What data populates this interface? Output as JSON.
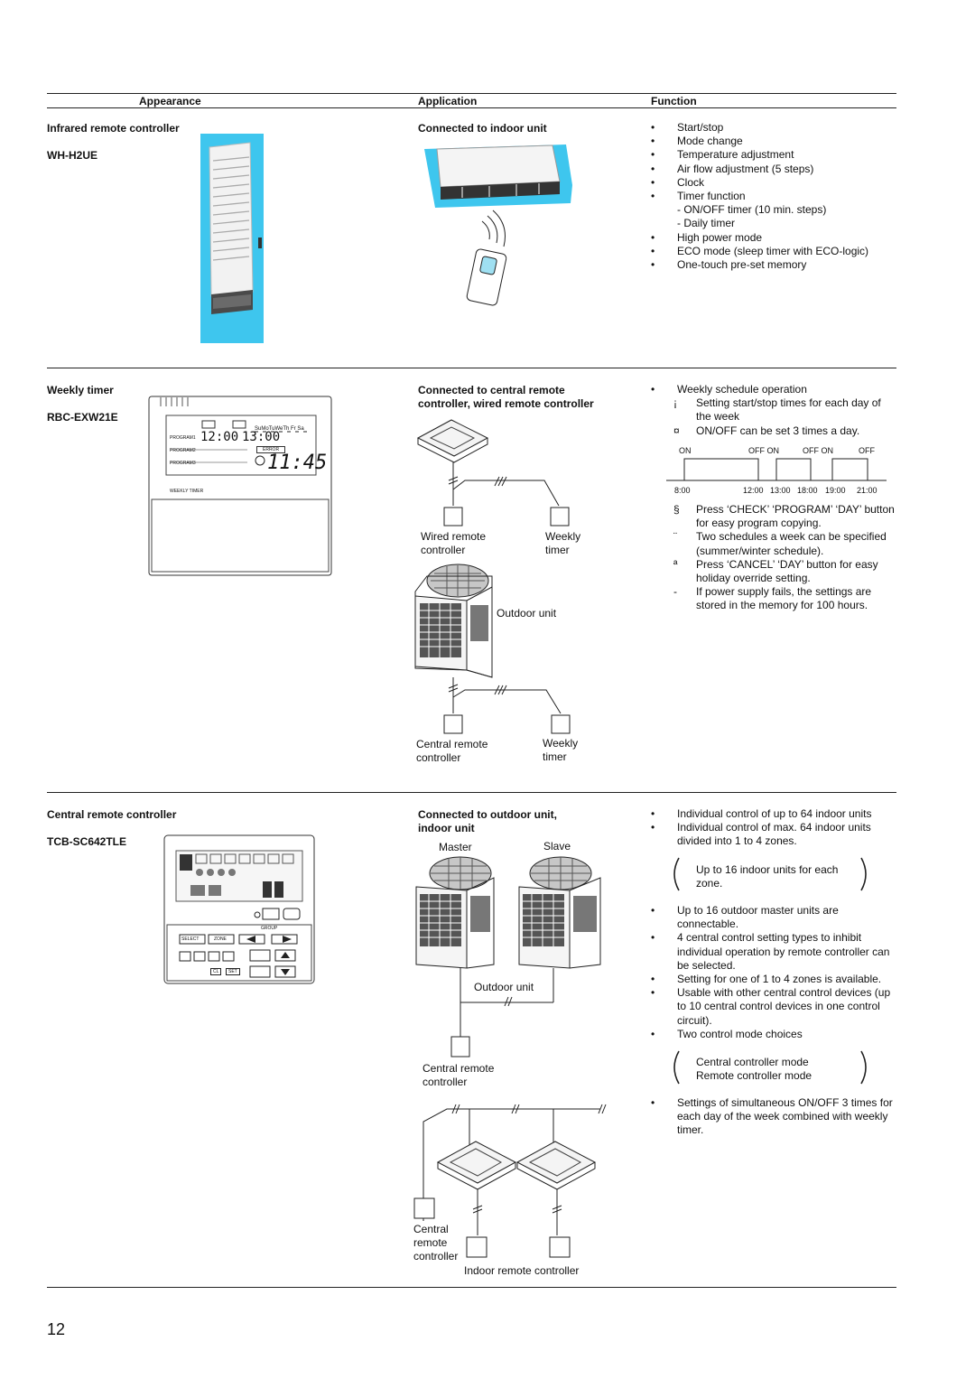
{
  "header": {
    "appearance": "Appearance",
    "application": "Application",
    "function": "Function"
  },
  "row1": {
    "name": "Infrared remote controller",
    "model": "WH-H2UE",
    "application": "Connected to indoor unit",
    "functions": [
      {
        "bullet": "•",
        "text": "Start/stop"
      },
      {
        "bullet": "•",
        "text": "Mode change"
      },
      {
        "bullet": "•",
        "text": "Temperature adjustment"
      },
      {
        "bullet": "•",
        "text": "Air flow adjustment (5 steps)"
      },
      {
        "bullet": "•",
        "text": "Clock"
      },
      {
        "bullet": "•",
        "text": "Timer function"
      },
      {
        "bullet": "",
        "text": "- ON/OFF timer (10 min. steps)"
      },
      {
        "bullet": "",
        "text": "- Daily timer"
      },
      {
        "bullet": "•",
        "text": "High power mode"
      },
      {
        "bullet": "•",
        "text": "ECO mode (sleep timer with ECO-logic)"
      },
      {
        "bullet": "•",
        "text": "One-touch pre-set memory"
      }
    ]
  },
  "row2": {
    "name": "Weekly timer",
    "model": "RBC-EXW21E",
    "application_line1": "Connected to central remote",
    "application_line2": "controller, wired remote controller",
    "labels": {
      "wired1": "Wired remote",
      "wired2": "controller",
      "weekly1": "Weekly",
      "weekly2": "timer",
      "outdoor": "Outdoor unit",
      "central1": "Central remote",
      "central2": "controller",
      "weekly3": "Weekly",
      "weekly4": "timer"
    },
    "device": {
      "time1": "12:00",
      "time2": "13:00",
      "clock": "11:45",
      "days": "SuMoTuWeTh Fr Sa",
      "p1": "PROGRAM1",
      "p2": "PROGRAM2",
      "p3": "PROGRAM3",
      "error": "ERROR",
      "caption": "WEEKLY TIMER"
    },
    "functions_a": [
      {
        "bullet": "•",
        "text": "Weekly schedule operation"
      },
      {
        "bullet": "¡",
        "text": "Setting start/stop times for each day of the week"
      },
      {
        "bullet": "¤",
        "text": "ON/OFF can be set 3 times a day."
      }
    ],
    "schedule": {
      "states": [
        "ON",
        "OFF ON",
        "OFF ON",
        "OFF"
      ],
      "times": [
        "8:00",
        "12:00",
        "13:00",
        "18:00",
        "19:00",
        "21:00"
      ]
    },
    "functions_b": [
      {
        "bullet": "§",
        "text": "Press ‘CHECK’ ‘PROGRAM’ ‘DAY’ button for easy program copying."
      },
      {
        "bullet": "¨",
        "text": "Two schedules a week can be specified (summer/winter schedule)."
      },
      {
        "bullet": "ª",
        "text": "Press ‘CANCEL’ ‘DAY’ button for easy holiday override setting."
      },
      {
        "bullet": "-",
        "text": "If power supply fails, the settings are stored in the memory for 100 hours."
      }
    ]
  },
  "row3": {
    "name": "Central remote controller",
    "model": "TCB-SC642TLE",
    "application_line1": "Connected to outdoor unit,",
    "application_line2": "indoor unit",
    "labels": {
      "master": "Master",
      "slave": "Slave",
      "outdoor": "Outdoor unit",
      "central1": "Central remote",
      "central2": "controller",
      "central3": "Central",
      "central4": "remote",
      "central5": "controller",
      "indoor": "Indoor remote controller"
    },
    "device": {
      "select": "SELECT",
      "zone": "ZONE",
      "group": "GROUP",
      "cl": "CL",
      "set": "SET"
    },
    "functions_a": [
      {
        "bullet": "•",
        "text": "Individual control of up to 64 indoor units"
      },
      {
        "bullet": "•",
        "text": "Individual control of max. 64 indoor units divided into 1 to 4 zones."
      }
    ],
    "paren1": "Up to 16 indoor units for each zone.",
    "functions_b": [
      {
        "bullet": "•",
        "text": "Up to 16 outdoor master units are connectable."
      },
      {
        "bullet": "•",
        "text": "4 central control setting types to inhibit individual operation by remote controller can be selected."
      },
      {
        "bullet": "•",
        "text": "Setting for one of 1 to 4 zones is available."
      },
      {
        "bullet": "•",
        "text": "Usable with other central control devices (up to 10 central control devices in one control circuit)."
      },
      {
        "bullet": "•",
        "text": "Two control mode choices"
      }
    ],
    "paren2_line1": "Central controller mode",
    "paren2_line2": "Remote controller mode",
    "functions_c": [
      {
        "bullet": "•",
        "text": "Settings of simultaneous ON/OFF 3 times for each day of the week combined with weekly timer."
      }
    ]
  },
  "page_number": "12"
}
